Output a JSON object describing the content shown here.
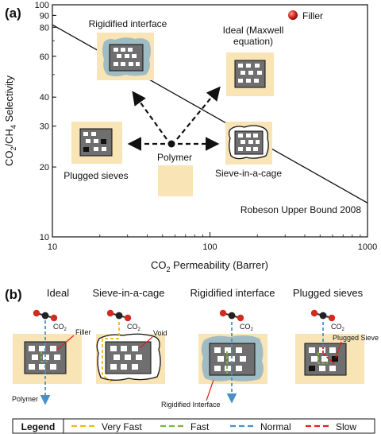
{
  "panel_a": {
    "label": "(a)",
    "xlabel_pre": "CO",
    "xlabel_sub": "2",
    "xlabel_post": " Permeability (Barrer)",
    "ylabel_pre": "CO",
    "ylabel_sub1": "2",
    "ylabel_mid": "/CH",
    "ylabel_sub2": "4",
    "ylabel_post": " Selectivity",
    "xticks": [
      "10",
      "100",
      "1000"
    ],
    "yticks": [
      "10",
      "20",
      "30",
      "40",
      "60",
      "80",
      "90",
      "100"
    ],
    "filler_legend": "Filler",
    "bound_label": "Robeson Upper Bound 2008",
    "bound_line": {
      "x": [
        10,
        1000
      ],
      "y": [
        82,
        14
      ]
    },
    "nodes": {
      "rigidified": "Rigidified interface",
      "ideal_l1": "Ideal (Maxwell",
      "ideal_l2": "equation)",
      "plugged": "Plugged sieves",
      "polymer": "Polymer",
      "cage": "Sieve-in-a-cage"
    }
  },
  "panel_b": {
    "label": "(b)",
    "titles": [
      "Ideal",
      "Sieve-in-a-cage",
      "Rigidified interface",
      "Plugged sieves"
    ],
    "co2": "CO",
    "co2_sub": "2",
    "filler": "Filler",
    "void": "Void",
    "polymer": "Polymer",
    "rigid_interface": "Rigidified Interface",
    "plugged_sieve": "Plugged Sieve"
  },
  "legend": {
    "title": "Legend",
    "items": [
      {
        "label": "Very Fast",
        "color": "#f3b51c"
      },
      {
        "label": "Fast",
        "color": "#7db43c"
      },
      {
        "label": "Normal",
        "color": "#4a90c8"
      },
      {
        "label": "Slow",
        "color": "#e0201c"
      }
    ]
  },
  "colors": {
    "pad": "#f9e4b6",
    "box": "#6f6f6f",
    "interface": "#9fbcc4",
    "filler_ball": "#d42a20"
  }
}
